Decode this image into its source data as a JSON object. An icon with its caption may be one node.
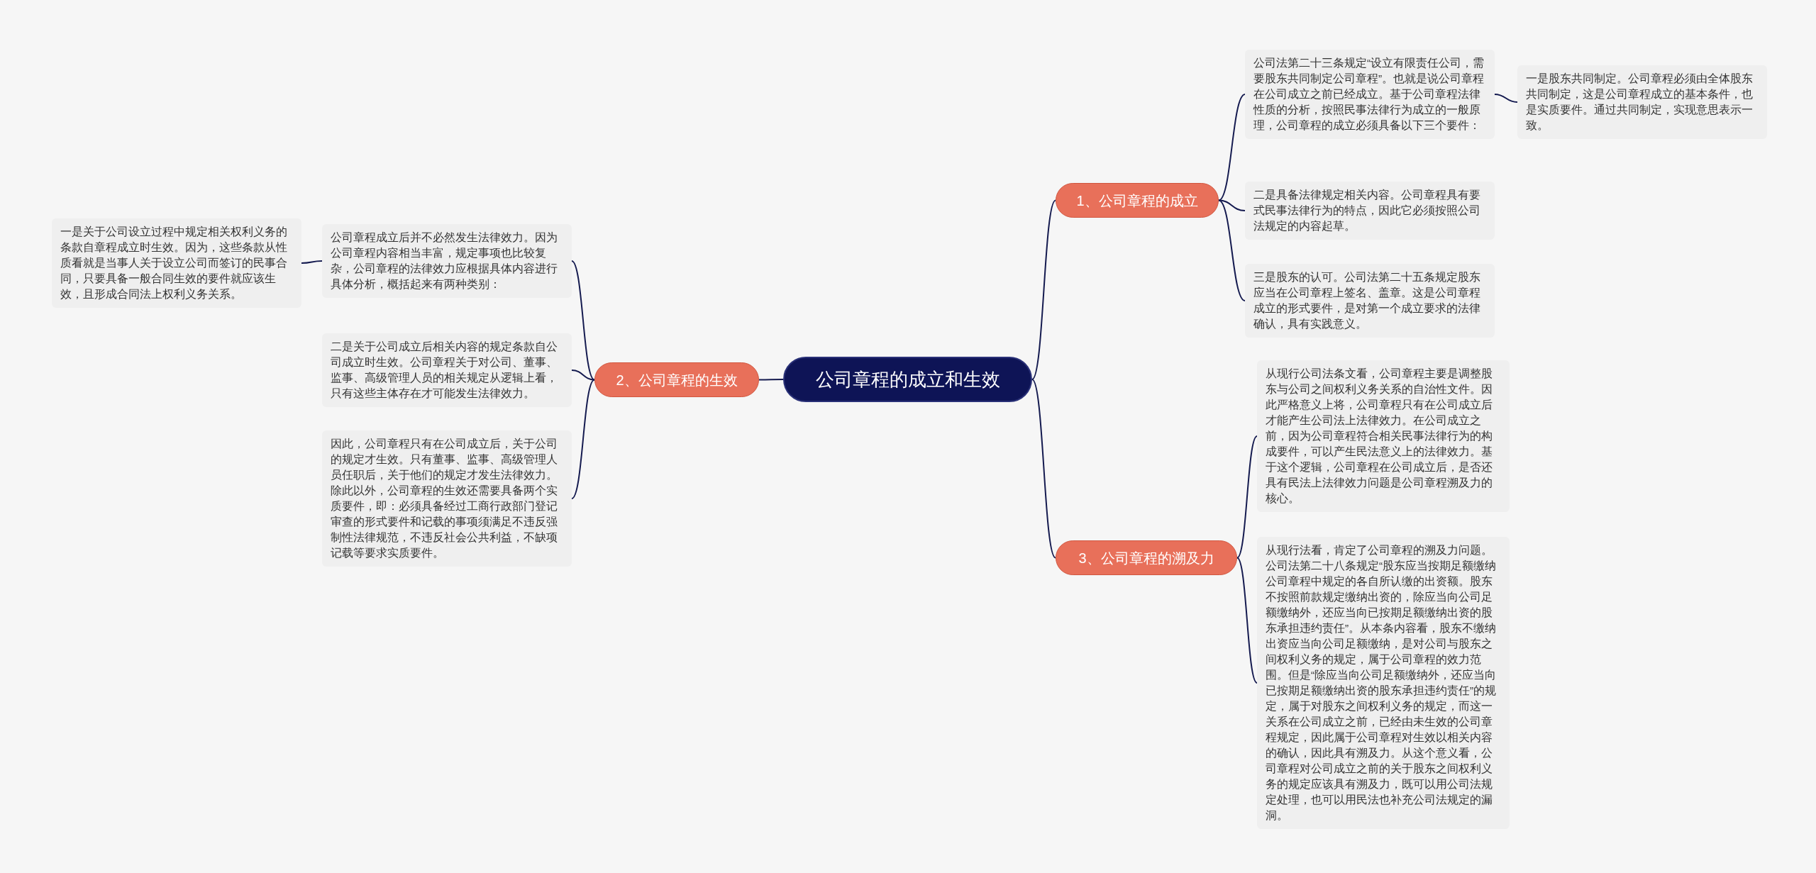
{
  "diagram": {
    "nodes": [
      {
        "text": [
          "公司章程的成立和生效"
        ]
      },
      {
        "text": [
          "1、公司章程的成立"
        ]
      },
      {
        "text": [
          "公司法第二十三条规定“设立有限责任公司，需要股东共同制定公司章程”。也就是说公司章程在公司成立之前已经成立。基于公司章程法律性质的分析，按照民事法律行为成立的一般原理，公司章程的成立必须具备以下三个要件："
        ]
      },
      {
        "text": [
          "一是股东共同制定。公司章程必须由全体股东共同制定，这是公司章程成立的基本条件，也是实质要件。通过共同制定，实现意思表示一致。"
        ]
      },
      {
        "text": [
          "二是具备法律规定相关内容。公司章程具有要式民事法律行为的特点，因此它必须按照公司法规定的内容起草。"
        ]
      },
      {
        "text": [
          "三是股东的认可。公司法第二十五条规定股东应当在公司章程上签名、盖章。这是公司章程成立的形式要件，是对第一个成立要求的法律确认，具有实践意义。"
        ]
      },
      {
        "text": [
          "2、公司章程的生效"
        ]
      },
      {
        "text": [
          "公司章程成立后并不必然发生法律效力。因为公司章程内容相当丰富，规定事项也比较复杂，公司章程的法律效力应根据具体内容进行具体分析，概括起来有两种类别："
        ]
      },
      {
        "text": [
          "一是关于公司设立过程中规定相关权利义务的条款自章程成立时生效。因为，这些条款从性质看就是当事人关于设立公司而签订的民事合同，只要具备一般合同生效的要件就应该生效，且形成合同法上权利义务关系。"
        ]
      },
      {
        "text": [
          "二是关于公司成立后相关内容的规定条款自公司成立时生效。公司章程关于对公司、董事、监事、高级管理人员的相关规定从逻辑上看，只有这些主体存在才可能发生法律效力。"
        ]
      },
      {
        "text": [
          "因此，公司章程只有在公司成立后，关于公司的规定才生效。只有董事、监事、高级管理人员任职后，关于他们的规定才发生法律效力。除此以外，公司章程的生效还需要具备两个实质要件，即：必须具备经过工商行政部门登记审查的形式要件和记载的事项须满足不违反强制性法律规范，不违反社会公共利益，不缺项记载等要求实质要件。"
        ]
      },
      {
        "text": [
          "3、公司章程的溯及力"
        ]
      },
      {
        "text": [
          "从现行公司法条文看，公司章程主要是调整股东与公司之间权利义务关系的自治性文件。因此严格意义上将，公司章程只有在公司成立后才能产生公司法上法律效力。在公司成立之前，因为公司章程符合相关民事法律行为的构成要件，可以产生民法意义上的法律效力。基于这个逻辑，公司章程在公司成立后，是否还具有民法上法律效力问题是公司章程溯及力的核心。"
        ]
      },
      {
        "text": [
          "从现行法看，肯定了公司章程的溯及力问题。公司法第二十八条规定“股东应当按期足额缴纳公司章程中规定的各自所认缴的出资额。股东不按照前款规定缴纳出资的，除应当向公司足额缴纳外，还应当向已按期足额缴纳出资的股东承担违约责任”。从本条内容看，股东不缴纳出资应当向公司足额缴纳，是对公司与股东之间权利义务的规定，属于公司章程的效力范围。但是“除应当向公司足额缴纳外，还应当向已按期足额缴纳出资的股东承担违约责任”的规定，属于对股东之间权利义务的规定，而这一关系在公司成立之前，已经由未生效的公司章程规定，因此属于公司章程对生效以相关内容的确认，因此具有溯及力。从这个意义看，公司章程对公司成立之前的关于股东之间权利义务的规定应该具有溯及力，既可以用公司法规定处理，也可以用民法也补充公司法规定的漏洞。"
        ]
      }
    ],
    "edges": [
      {
        "from": 0,
        "to": 1,
        "arrow": "none"
      },
      {
        "from": 1,
        "to": 2,
        "arrow": "none"
      },
      {
        "from": 2,
        "to": 3,
        "arrow": "none"
      },
      {
        "from": 1,
        "to": 4,
        "arrow": "none"
      },
      {
        "from": 1,
        "to": 5,
        "arrow": "none"
      },
      {
        "from": 0,
        "to": 6,
        "arrow": "none"
      },
      {
        "from": 6,
        "to": 7,
        "arrow": "none"
      },
      {
        "from": 7,
        "to": 8,
        "arrow": "none"
      },
      {
        "from": 6,
        "to": 9,
        "arrow": "none"
      },
      {
        "from": 6,
        "to": 10,
        "arrow": "none"
      },
      {
        "from": 0,
        "to": 11,
        "arrow": "none"
      },
      {
        "from": 11,
        "to": 12,
        "arrow": "none"
      },
      {
        "from": 11,
        "to": 13,
        "arrow": "none"
      }
    ]
  }
}
